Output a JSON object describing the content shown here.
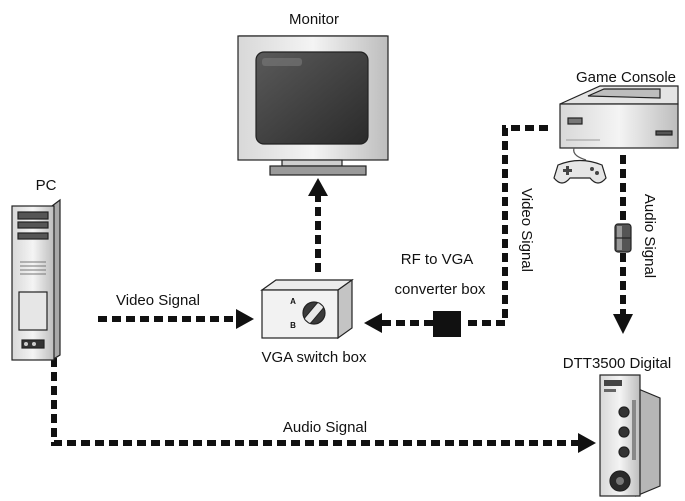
{
  "labels": {
    "monitor": "Monitor",
    "game_console": "Game Console",
    "pc": "PC",
    "vga_switch_box": "VGA switch box",
    "rf_converter_line1": "RF to VGA",
    "rf_converter_line2": "converter box",
    "dtt3500": "DTT3500 Digital",
    "video_signal_pc": "Video Signal",
    "video_signal_console": "Video Signal",
    "audio_signal_console": "Audio Signal",
    "audio_signal_pc": "Audio Signal",
    "switch_a": "A",
    "switch_b": "B"
  },
  "icons": {
    "monitor": "crt-monitor-icon",
    "pc": "tower-pc-icon",
    "console": "game-console-icon",
    "controller": "gamepad-icon",
    "switch": "vga-switch-box-icon",
    "converter": "converter-box-icon",
    "adapter": "audio-adapter-icon",
    "speaker": "dtt3500-speaker-icon"
  }
}
